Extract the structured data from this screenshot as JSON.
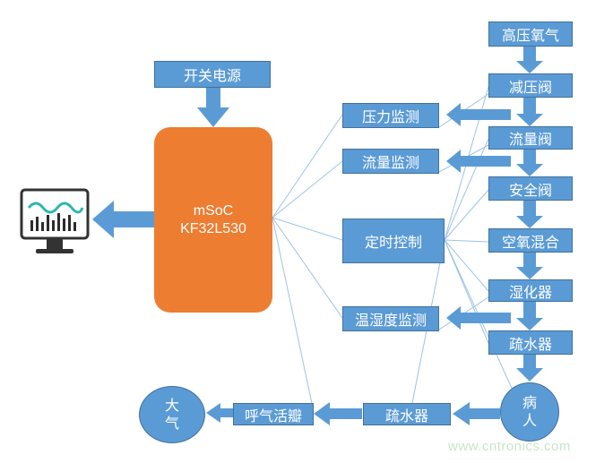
{
  "power": "开关电源",
  "mcu": {
    "line1": "mSoC",
    "line2": "KF32L530"
  },
  "monitors": {
    "pressure": "压力监测",
    "flow": "流量监测",
    "timer": "定时控制",
    "temp_humidity": "温湿度监测"
  },
  "chain": {
    "oxygen": "高压氧气",
    "reducer": "减压阀",
    "flow_valve": "流量阀",
    "safety_valve": "安全阀",
    "mixer": "空氧混合",
    "humidifier": "湿化器",
    "drain": "疏水器"
  },
  "patient": {
    "line1": "病",
    "line2": "人"
  },
  "exhaust": {
    "drain": "疏水器",
    "valve": "呼气活瓣",
    "atmosphere": {
      "line1": "大",
      "line2": "气"
    }
  },
  "watermark": "www.cntronics.com",
  "colors": {
    "box": "#5b9bd5",
    "mcu": "#ed7d31",
    "line": "#9dc3e6",
    "arrow": "#5b9bd5"
  }
}
